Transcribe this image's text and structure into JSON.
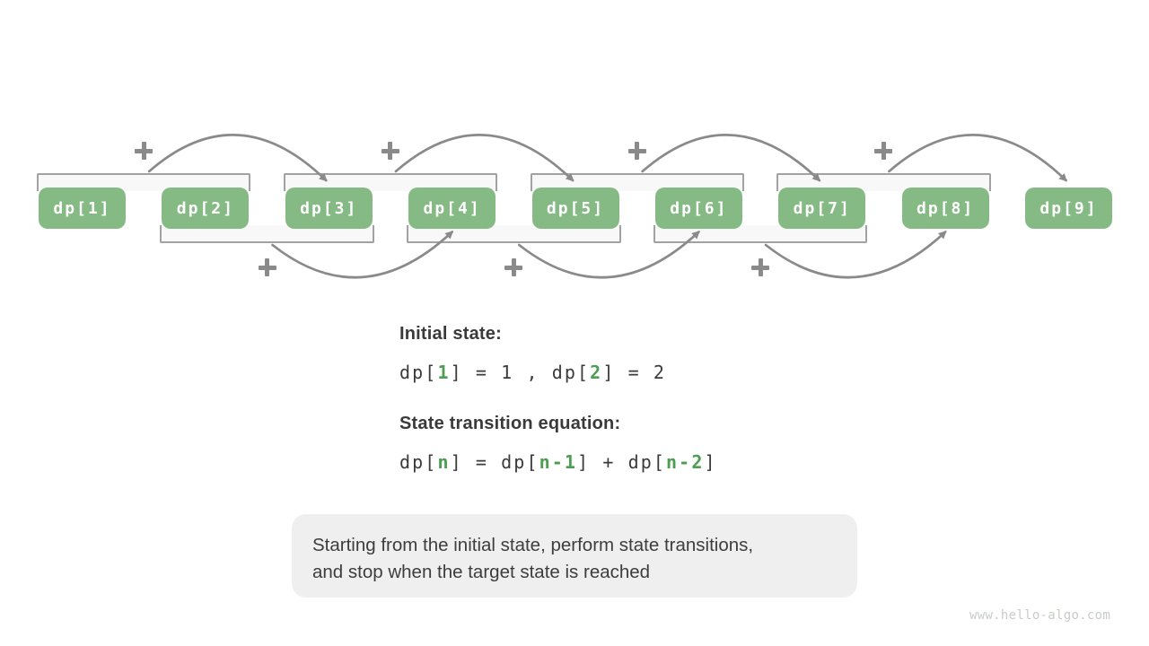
{
  "colors": {
    "background": "#ffffff",
    "box_fill": "#85ba84",
    "box_text": "#ffffff",
    "bracket_fill": "#f8f8f8",
    "bracket_border": "#a2a2a2",
    "arrow": "#8a8a8a",
    "plus": "#8a8a8a",
    "heading_text": "#3a3a3a",
    "equation_text": "#3a3a3a",
    "equation_highlight": "#4e9d52",
    "caption_bg": "#efefef",
    "caption_text": "#3d3d3d",
    "watermark_text": "#c7cdc7"
  },
  "diagram": {
    "boxes": [
      {
        "label": "dp[1]"
      },
      {
        "label": "dp[2]"
      },
      {
        "label": "dp[3]"
      },
      {
        "label": "dp[4]"
      },
      {
        "label": "dp[5]"
      },
      {
        "label": "dp[6]"
      },
      {
        "label": "dp[7]"
      },
      {
        "label": "dp[8]"
      },
      {
        "label": "dp[9]"
      }
    ],
    "top_groups": [
      {
        "sum_of": [
          "dp[1]",
          "dp[2]"
        ],
        "arrow_to": "dp[3]",
        "operator": "+"
      },
      {
        "sum_of": [
          "dp[3]",
          "dp[4]"
        ],
        "arrow_to": "dp[5]",
        "operator": "+"
      },
      {
        "sum_of": [
          "dp[5]",
          "dp[6]"
        ],
        "arrow_to": "dp[7]",
        "operator": "+"
      },
      {
        "sum_of": [
          "dp[7]",
          "dp[8]"
        ],
        "arrow_to": "dp[9]",
        "operator": "+"
      }
    ],
    "bottom_groups": [
      {
        "sum_of": [
          "dp[2]",
          "dp[3]"
        ],
        "arrow_to": "dp[4]",
        "operator": "+"
      },
      {
        "sum_of": [
          "dp[4]",
          "dp[5]"
        ],
        "arrow_to": "dp[6]",
        "operator": "+"
      },
      {
        "sum_of": [
          "dp[6]",
          "dp[7]"
        ],
        "arrow_to": "dp[8]",
        "operator": "+"
      }
    ]
  },
  "text": {
    "initial_state": {
      "heading": "Initial state:",
      "equation": [
        {
          "text": "dp[",
          "highlight": false
        },
        {
          "text": "1",
          "highlight": true
        },
        {
          "text": "] = 1 , dp[",
          "highlight": false
        },
        {
          "text": "2",
          "highlight": true
        },
        {
          "text": "] = 2",
          "highlight": false
        }
      ]
    },
    "transition": {
      "heading": "State transition equation:",
      "equation": [
        {
          "text": "dp[",
          "highlight": false
        },
        {
          "text": "n",
          "highlight": true
        },
        {
          "text": "] = dp[",
          "highlight": false
        },
        {
          "text": "n-1",
          "highlight": true
        },
        {
          "text": "] + dp[",
          "highlight": false
        },
        {
          "text": "n-2",
          "highlight": true
        },
        {
          "text": "]",
          "highlight": false
        }
      ]
    },
    "caption": {
      "line1": "Starting from the initial state, perform state transitions,",
      "line2": "and stop when the target state is reached"
    },
    "watermark": "www.hello-algo.com"
  }
}
